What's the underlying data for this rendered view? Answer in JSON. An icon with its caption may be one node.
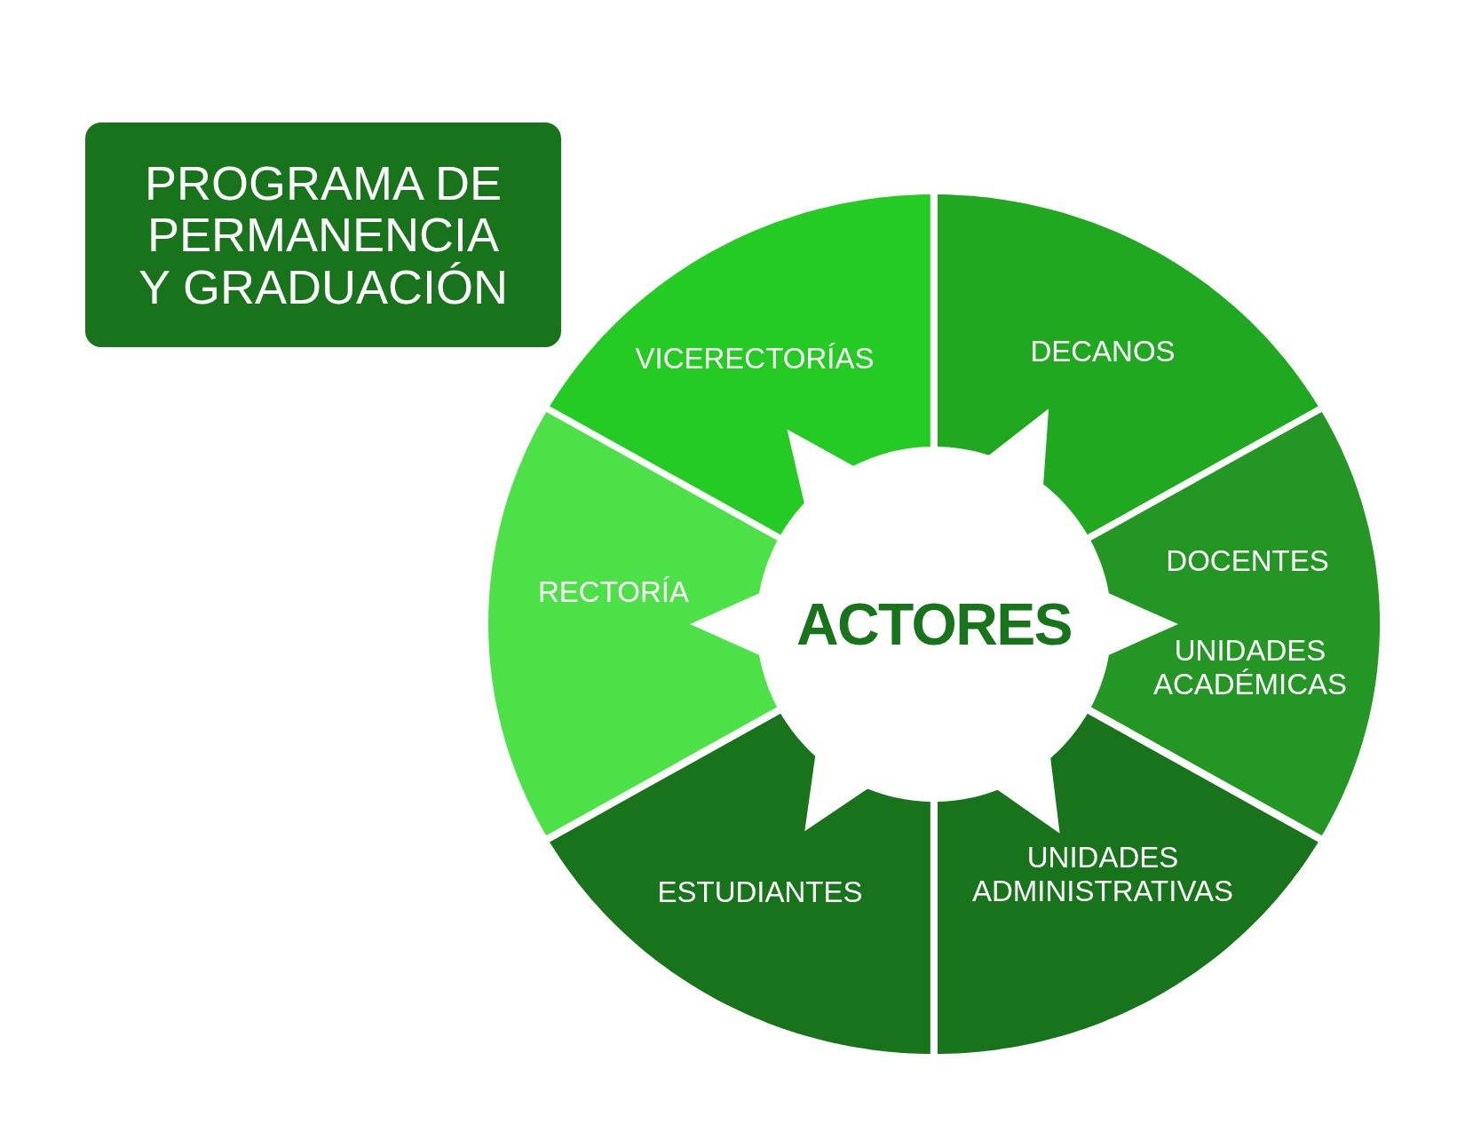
{
  "diagram": {
    "title": "PROGRAMA DE PERMANENCIA Y GRADUACIÓN",
    "nodes": [
      {
        "text": [
          "VICERECTORÍAS"
        ]
      },
      {
        "text": [
          "DECANOS"
        ]
      },
      {
        "text": [
          "RECTORÍA"
        ]
      },
      {
        "text": [
          "ACTORES"
        ]
      },
      {
        "text": [
          "DOCENTES",
          "UNIDADES ACADÉMICAS"
        ]
      },
      {
        "text": [
          "ESTUDIANTES"
        ]
      },
      {
        "text": [
          "UNIDADES ADMINISTRATIVAS"
        ]
      }
    ]
  }
}
